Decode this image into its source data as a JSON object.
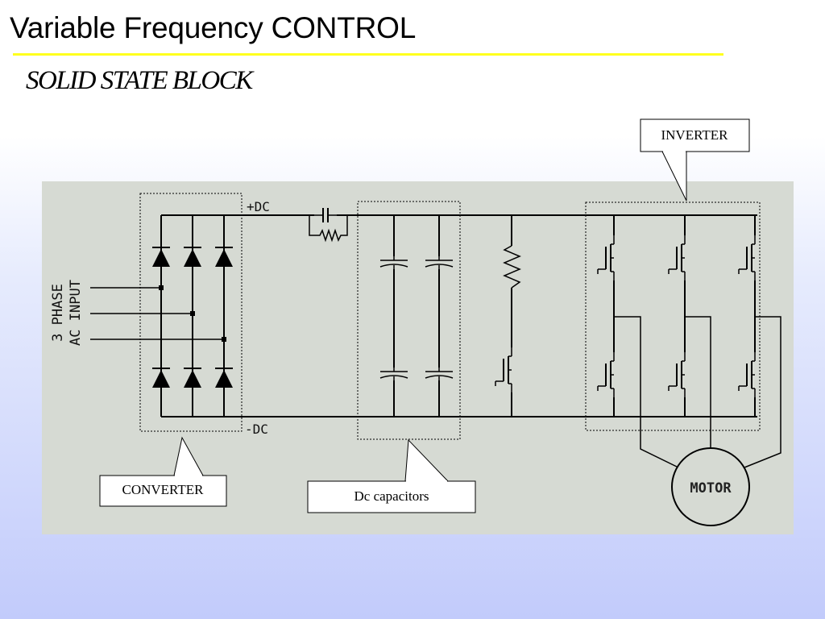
{
  "slide": {
    "title": "Variable Frequency CONTROL",
    "subtitle": "SOLID STATE BLOCK"
  },
  "diagram": {
    "bus_labels": {
      "positive": "+DC",
      "negative": "-DC"
    },
    "input_label": {
      "line1": "3 PHASE",
      "line2": "AC INPUT"
    },
    "motor_label": "MOTOR",
    "callouts": {
      "inverter": "INVERTER",
      "converter": "CONVERTER",
      "capacitors": "Dc capacitors"
    }
  },
  "colors": {
    "title_rule": "#ffff1e",
    "diagram_panel": "#d6dad3",
    "wire": "#000000",
    "background_bottom": "#c2cbfb"
  }
}
